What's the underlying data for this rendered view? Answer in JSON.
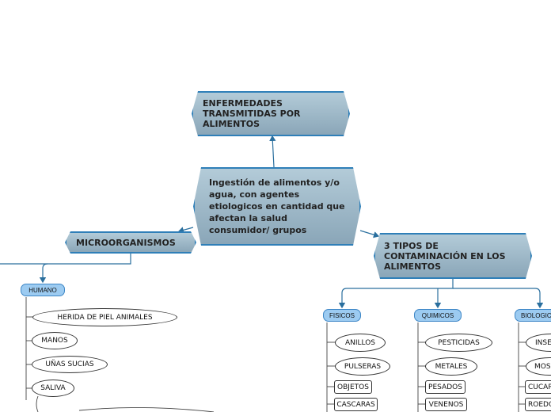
{
  "nodes": {
    "center": "Ingestión de alimentos y/o agua, con agentes etiologicos en cantidad que afectan la salud consumidor/ grupos",
    "etas": "ENFERMEDADES TRANSMITIDAS POR ALIMENTOS",
    "microorganismos": "MICROORGANISMOS",
    "tipos": "3 TIPOS DE CONTAMINACIÓN EN LOS ALIMENTOS",
    "humano": "HUMANO",
    "humano_items": [
      "HERIDA DE PIEL ANIMALES",
      "MANOS",
      "UÑAS SUCIAS",
      "SALIVA"
    ],
    "fisicos": "FISICOS",
    "fisicos_items": [
      "ANILLOS",
      "PULSERAS",
      "OBJETOS",
      "CASCARAS"
    ],
    "quimicos": "QUIMICOS",
    "quimicos_items": [
      "PESTICIDAS",
      "METALES",
      "PESADOS",
      "VENENOS"
    ],
    "biologicos": "BIOLOGICOS",
    "biologicos_items": [
      "INSECTOS",
      "MOSCAS",
      "CUCARACHAS",
      "ROEDORES"
    ]
  },
  "colors": {
    "main_fill": "#9fbacb",
    "main_border": "#2f7fb8",
    "pill_fill": "#9ccbf1",
    "connector": "#2a6f9e"
  }
}
